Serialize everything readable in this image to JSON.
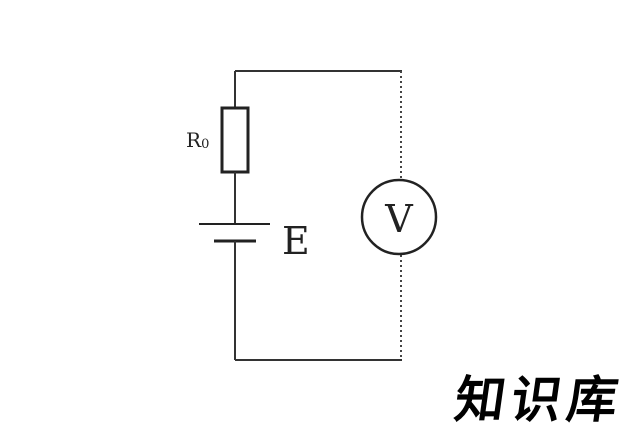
{
  "diagram": {
    "resistor_label": "R",
    "resistor_subscript": "0",
    "source_label": "E",
    "meter_label": "V"
  },
  "watermark": {
    "text": "知识库"
  },
  "colors": {
    "wire": "#333333",
    "dotted_wire": "#444444",
    "background": "#ffffff"
  }
}
